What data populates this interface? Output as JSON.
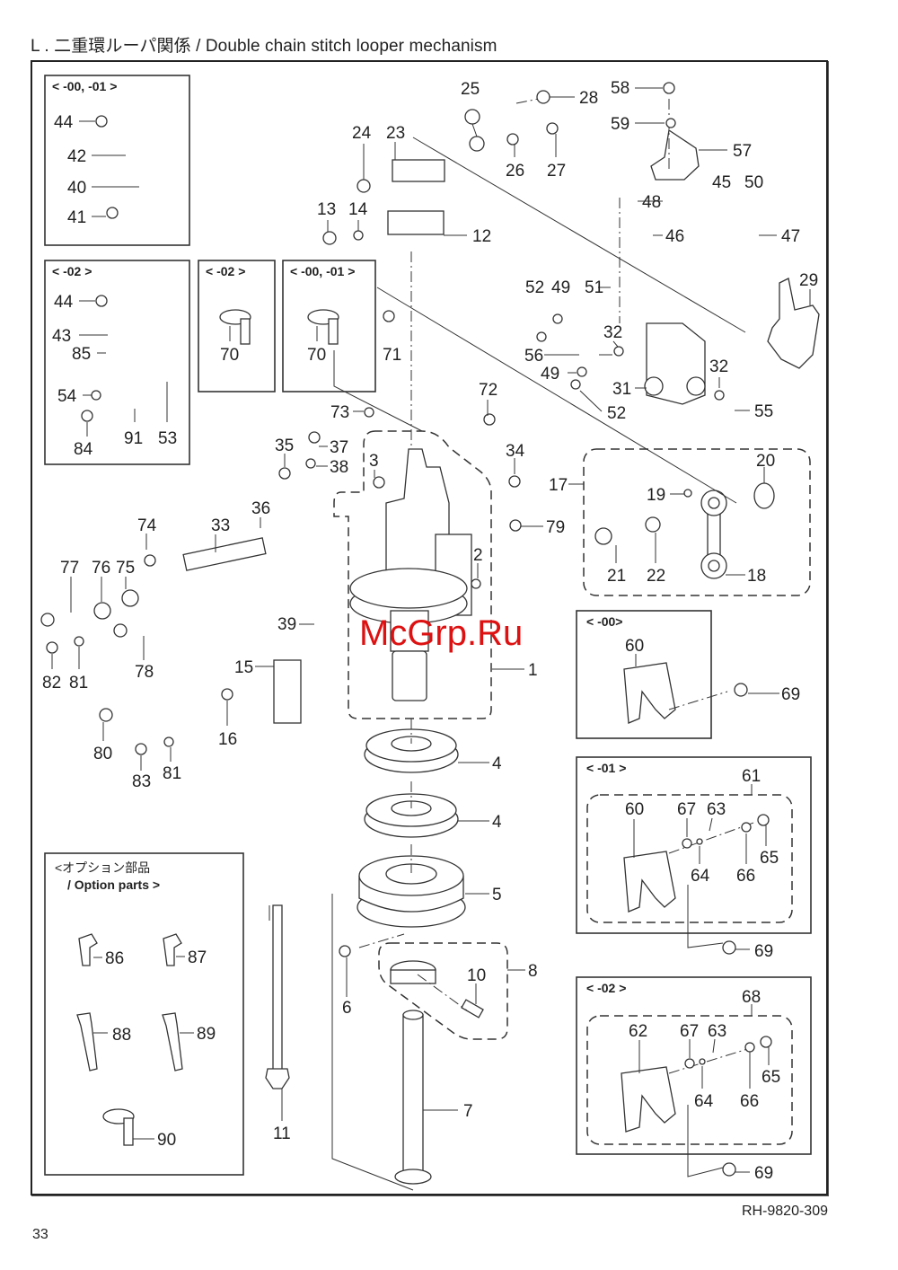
{
  "page": {
    "title": "L . 二重環ルーパ関係 / Double chain stitch looper mechanism",
    "document_number": "RH-9820-309",
    "page_number": "33",
    "watermark": "McGrp.Ru"
  },
  "boxes": {
    "box_00_01_top": "< -00, -01 >",
    "box_02_left": "< -02 >",
    "box_02_middle": "< -02 >",
    "box_00_01_middle": "< -00, -01 >",
    "box_00_right": "< -00>",
    "box_01_right": "< -01 >",
    "box_02_right": "< -02 >",
    "option_jp": "<オプション部品",
    "option_en": "/ Option parts >"
  },
  "labels": {
    "l44a": "44",
    "l42": "42",
    "l40": "40",
    "l41": "41",
    "l44b": "44",
    "l43": "43",
    "l85": "85",
    "l54": "54",
    "l84": "84",
    "l91": "91",
    "l53": "53",
    "l70a": "70",
    "l70b": "70",
    "l71": "71",
    "l25": "25",
    "l28": "28",
    "l24": "24",
    "l23": "23",
    "l26": "26",
    "l27": "27",
    "l13": "13",
    "l14": "14",
    "l12": "12",
    "l58": "58",
    "l59": "59",
    "l57": "57",
    "l48": "48",
    "l46": "46",
    "l45": "45",
    "l50": "50",
    "l47": "47",
    "l29": "29",
    "l52a": "52",
    "l49a": "49",
    "l51": "51",
    "l56": "56",
    "l32a": "32",
    "l49b": "49",
    "l31": "31",
    "l52b": "52",
    "l32b": "32",
    "l55": "55",
    "l73": "73",
    "l72": "72",
    "l35": "35",
    "l37": "37",
    "l38": "38",
    "l3": "3",
    "l34": "34",
    "l36": "36",
    "l74": "74",
    "l33": "33",
    "l79": "79",
    "l2": "2",
    "l17": "17",
    "l19": "19",
    "l20": "20",
    "l21": "21",
    "l22": "22",
    "l18": "18",
    "l77": "77",
    "l76": "76",
    "l75": "75",
    "l78": "78",
    "l82": "82",
    "l81a": "81",
    "l39": "39",
    "l1": "1",
    "l15": "15",
    "l16": "16",
    "l80": "80",
    "l83": "83",
    "l81b": "81",
    "l60a": "60",
    "l69a": "69",
    "l4a": "4",
    "l4b": "4",
    "l5": "5",
    "l6": "6",
    "l8": "8",
    "l10": "10",
    "l7": "7",
    "l11": "11",
    "l61": "61",
    "l60b": "60",
    "l67a": "67",
    "l63a": "63",
    "l64a": "64",
    "l66a": "66",
    "l65a": "65",
    "l69b": "69",
    "l68": "68",
    "l62": "62",
    "l67b": "67",
    "l63b": "63",
    "l64b": "64",
    "l66b": "66",
    "l65b": "65",
    "l69c": "69",
    "l86": "86",
    "l87": "87",
    "l88": "88",
    "l89": "89",
    "l90": "90"
  }
}
